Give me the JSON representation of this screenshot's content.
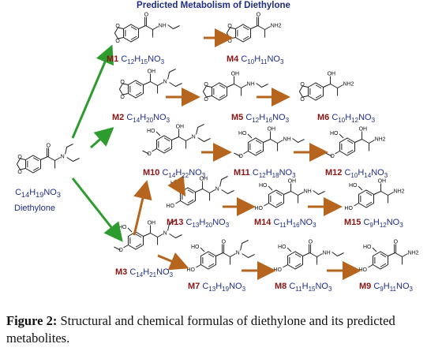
{
  "title": "Predicted Metabolism of Diethylone",
  "parent": {
    "formula": "C14H19NO3",
    "name": "Diethylone"
  },
  "metabolites": [
    {
      "id": "m1",
      "code": "M1",
      "formula": "C12H15NO3"
    },
    {
      "id": "m4",
      "code": "M4",
      "formula": "C10H11NO3"
    },
    {
      "id": "m2",
      "code": "M2",
      "formula": "C14H20NO3"
    },
    {
      "id": "m5",
      "code": "M5",
      "formula": "C12H16NO3"
    },
    {
      "id": "m6",
      "code": "M6",
      "formula": "C10H12NO3"
    },
    {
      "id": "m10",
      "code": "M10",
      "formula": "C14H22NO3"
    },
    {
      "id": "m11",
      "code": "M11",
      "formula": "C12H18NO3"
    },
    {
      "id": "m12",
      "code": "M12",
      "formula": "C10H14NO3"
    },
    {
      "id": "m13",
      "code": "M13",
      "formula": "C13H20NO3"
    },
    {
      "id": "m14",
      "code": "M14",
      "formula": "C11H16NO3"
    },
    {
      "id": "m15",
      "code": "M15",
      "formula": "C9H12NO3"
    },
    {
      "id": "m3",
      "code": "M3",
      "formula": "C14H21NO3"
    },
    {
      "id": "m7",
      "code": "M7",
      "formula": "C13H19NO3"
    },
    {
      "id": "m8",
      "code": "M8",
      "formula": "C11H15NO3"
    },
    {
      "id": "m9",
      "code": "M9",
      "formula": "C9H11NO3"
    }
  ],
  "atom_labels": {
    "n": "N",
    "nh": "NH",
    "nh2": "NH2",
    "o": "O",
    "oh": "OH",
    "ho": "HO"
  },
  "caption": {
    "label": "Figure 2:",
    "text": " Structural and chemical formulas of diethylone and its predicted metabolites."
  },
  "colors": {
    "title": "#1f2d86",
    "formula": "#1f2d86",
    "code": "#8b1414",
    "green_arrow": "#2e9b2e",
    "brown_arrow": "#b5651d",
    "bond": "#222222"
  }
}
